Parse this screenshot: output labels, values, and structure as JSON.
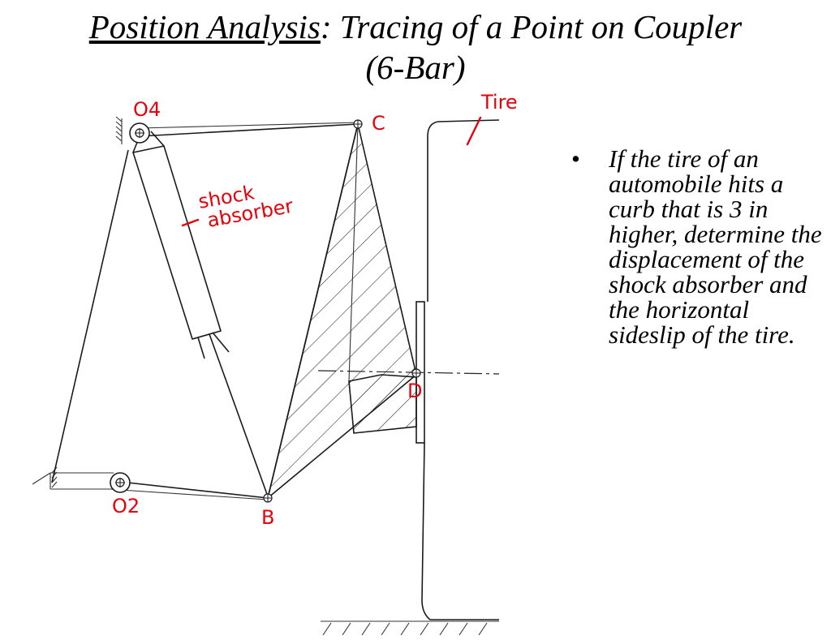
{
  "title": {
    "underlined": "Position Analysis",
    "rest_line1": ": Tracing of a Point on Coupler",
    "line2": "(6-Bar)"
  },
  "labels": {
    "o4": "O4",
    "o2": "O2",
    "c": "C",
    "b": "B",
    "d": "D",
    "tire": "Tire",
    "shock": "shock",
    "absorber": "absorber"
  },
  "bullet": {
    "symbol": "•",
    "text": "If the tire of an automobile hits a curb that is 3 in higher, determine the displacement of the shock absorber and the horizontal sideslip of the tire."
  },
  "colors": {
    "annotation": "#e8000b",
    "ink": "#1a1a1a"
  }
}
